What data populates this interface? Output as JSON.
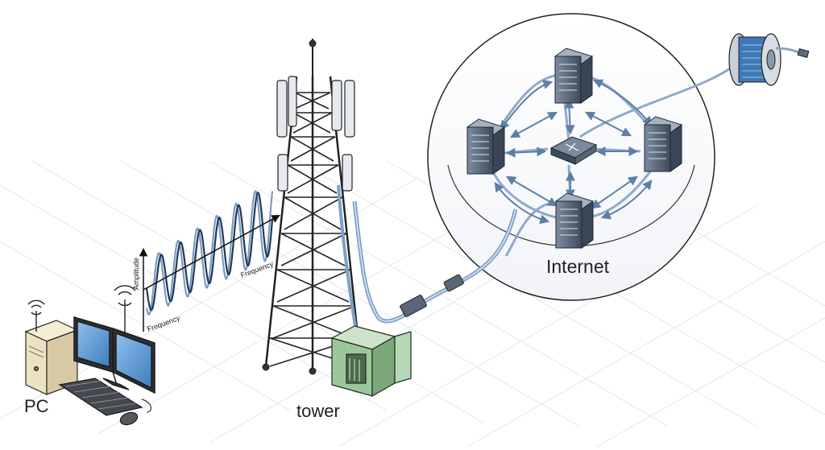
{
  "labels": {
    "pc": "PC",
    "tower": "tower",
    "internet": "Internet",
    "amplitude": "Amplitude",
    "frequency_axis": "Frequency",
    "frequency_wave": "Frequency"
  },
  "icons": [
    "wifi-icon",
    "antenna-icon",
    "server-icon",
    "network-switch-icon",
    "cable-spool-icon",
    "equipment-cabinet-icon",
    "monitor-icon",
    "keyboard-icon",
    "mouse-icon"
  ],
  "colors": {
    "wave_dark": "#1f3a5a",
    "wave_light": "#7b9cc0",
    "server": "#5b6b80",
    "cabinet": "#9cc79a",
    "cable": "#7f9fc7",
    "monitor_screen": "#5d95cf"
  }
}
